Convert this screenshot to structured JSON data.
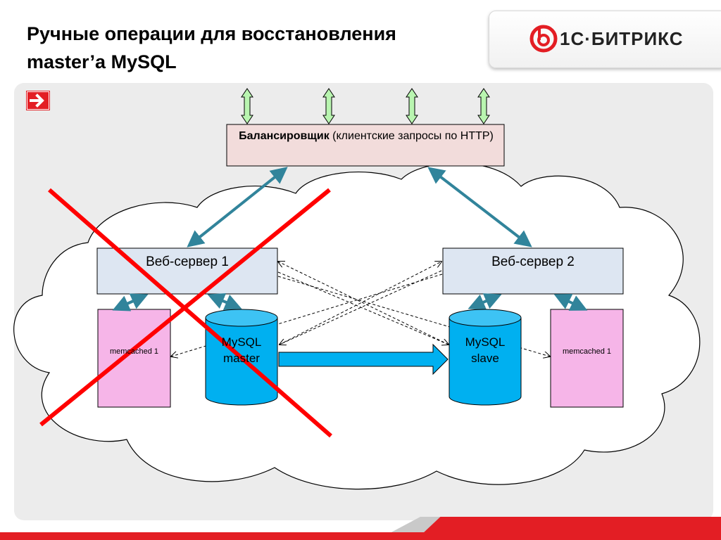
{
  "slide": {
    "title_line1": "Ручные операции для восстановления",
    "title_line2": "master’a MySQL"
  },
  "logo": {
    "text": "1С·БИТРИКС",
    "color": "#e31e24"
  },
  "diagram": {
    "balancer": {
      "bold": "Балансировщик",
      "rest": " (клиентские запросы по HTTP)"
    },
    "web_server_1": "Веб-сервер 1",
    "web_server_2": "Веб-сервер 2",
    "memcached_left": "memcached 1",
    "memcached_right": "memcached 1",
    "mysql_master_line1": "MySQL",
    "mysql_master_line2": "master",
    "mysql_slave_line1": "MySQL",
    "mysql_slave_line2": "slave"
  },
  "colors": {
    "accent": "#e31e24",
    "box_blue": "#dde6f2",
    "balancer_pink": "#f2dcdb",
    "memcached": "#f6b5e8",
    "db_cyan": "#00b0f0",
    "link_teal": "#31849b",
    "client_arrow": "#92d050",
    "failed_cross": "#ff0000"
  }
}
